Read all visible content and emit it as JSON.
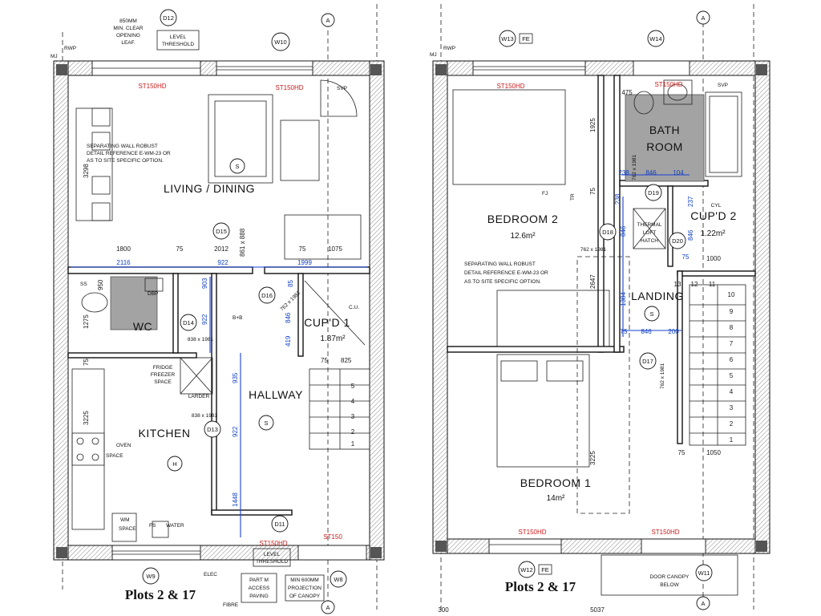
{
  "plans": [
    {
      "title": "Plots 2 & 17",
      "rooms": {
        "living": "LIVING / DINING",
        "wc": "WC",
        "kitchen": "KITCHEN",
        "hallway": "HALLWAY",
        "cupd": "CUP'D 1",
        "cupd_area": "1.87m²"
      },
      "tags": {
        "d12": "D12",
        "w10": "W10",
        "d15": "D15",
        "d16": "D16",
        "d14": "D14",
        "d13": "D13",
        "d11": "D11",
        "w9": "W9",
        "w8": "W8",
        "s1": "S",
        "s2": "S",
        "h": "H",
        "a_top": "A",
        "a_bot": "A"
      },
      "notes": {
        "opening_1": "850MM",
        "opening_2": "MIN. CLEAR",
        "opening_3": "OPENING",
        "opening_4": "LEAF.",
        "level_1": "LEVEL",
        "level_2": "THRESHOLD",
        "sep_1": "SEPARATING WALL ROBUST",
        "sep_2": "DETAIL REFERENCE E-WM-23 OR",
        "sep_3": "AS TO SITE SPECIFIC OPTION.",
        "fridge_1": "FRIDGE",
        "fridge_2": "FREEZER",
        "fridge_3": "SPACE",
        "larder": "LARDER",
        "oven_1": "OVEN",
        "oven_2": "SPACE",
        "wm_1": "WM",
        "wm_2": "SPACE",
        "water": "WATER",
        "fs": "FS",
        "cu": "C.U.",
        "bb": "B+B",
        "elec": "ELEC",
        "fibre": "FIBRE",
        "rwp": "RWP",
        "mj": "MJ",
        "svp": "SVP",
        "dbp": "DBP",
        "ss": "SS",
        "part_m_1": "PART M",
        "part_m_2": "ACCESS",
        "part_m_3": "PAVING",
        "canopy_1": "MIN 600MM",
        "canopy_2": "PROJECTION",
        "canopy_3": "OF CANOPY",
        "bot_level_1": "LEVEL",
        "bot_level_2": "THRESHOLD",
        "door_838a": "838 x 1981",
        "door_838b": "838 x 1981",
        "door_762": "762 x 1981"
      },
      "dims_black": {
        "d1800": "1800",
        "d75a": "75",
        "d2012": "2012",
        "d75b": "75",
        "d1075": "1075",
        "d3298": "3298",
        "d1275": "1275",
        "d75c": "75",
        "d3225": "3225",
        "d950": "950",
        "d861": "861 x 888",
        "d825": "825",
        "d75d": "75"
      },
      "dims_blue": {
        "b2116": "2116",
        "b922a": "922",
        "b1999": "1999",
        "b903": "903",
        "b922b": "922",
        "b846": "846",
        "b419": "419",
        "b85": "85",
        "b935": "935",
        "b922c": "922",
        "b1448": "1448"
      },
      "labels_red": {
        "st_top1": "ST150HD",
        "st_top2": "ST150HD",
        "st_bot1": "ST150HD",
        "st_bot2": "ST150"
      },
      "stair_numbers": [
        "1",
        "2",
        "3",
        "4",
        "5"
      ]
    },
    {
      "title": "Plots 2 & 17",
      "rooms": {
        "bath_1": "BATH",
        "bath_2": "ROOM",
        "bed2": "BEDROOM 2",
        "bed2_area": "12.6m²",
        "bed1": "BEDROOM 1",
        "bed1_area": "14m²",
        "landing": "LANDING",
        "cupd2": "CUP'D 2",
        "cupd2_area": "1.22m²"
      },
      "tags": {
        "w13": "W13",
        "fe_top": "FE",
        "w14": "W14",
        "d19": "D19",
        "d18": "D18",
        "d20": "D20",
        "d17": "D17",
        "w12": "W12",
        "fe_bot": "FE",
        "w11": "W11",
        "s": "S",
        "a_top": "A",
        "a_bot": "A"
      },
      "notes": {
        "sep_1": "SEPARATING WALL ROBUST",
        "sep_2": "DETAIL REFERENCE E-WM-23 OR",
        "sep_3": "AS TO SITE SPECIFIC OPTION.",
        "thermal_1": "THERMAL",
        "thermal_2": "LOFT",
        "thermal_3": "HATCH",
        "cyl": "CYL",
        "canopy_1": "DOOR CANOPY",
        "canopy_2": "BELOW",
        "fj": "FJ",
        "tr": "TR",
        "rwp": "RWP",
        "mj": "MJ",
        "svp": "SVP",
        "door_762a": "762 x 1981",
        "door_762b": "762 x 1981",
        "door_762c": "762 x 1981"
      },
      "dims_black": {
        "d475": "475",
        "d1925": "1925",
        "d75a": "75",
        "d1000": "1000",
        "d2647": "2647",
        "d3225": "3225",
        "d75b": "75",
        "d1050": "1050",
        "d300": "300",
        "d5037": "5037"
      },
      "dims_blue": {
        "b238": "238",
        "b846a": "846",
        "b104": "104",
        "b238b": "238",
        "b846b": "846",
        "b1384": "1384",
        "b75": "75",
        "b846c": "846",
        "b200": "200",
        "b237": "237",
        "b846d": "846",
        "b75b": "75"
      },
      "labels_red": {
        "st_top1": "ST150HD",
        "st_top2": "ST150HD",
        "st_bot1": "ST150HD",
        "st_bot2": "ST150HD"
      },
      "stair_numbers": [
        "1",
        "2",
        "3",
        "4",
        "5",
        "6",
        "7",
        "8",
        "9",
        "10",
        "11",
        "12",
        "13"
      ]
    }
  ]
}
